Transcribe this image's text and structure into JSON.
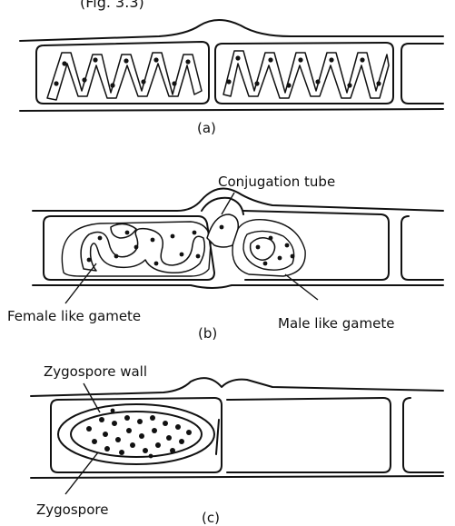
{
  "top_caption_fragment": "(Fig. 3.3)",
  "panels": [
    {
      "id": "a",
      "label": "(a)"
    },
    {
      "id": "b",
      "label": "(b)"
    },
    {
      "id": "c",
      "label": "(c)"
    }
  ],
  "labels": {
    "conjugation_tube": "Conjugation tube",
    "female_gamete": "Female like gamete",
    "male_gamete": "Male like gamete",
    "zygospore_wall": "Zygospore wall",
    "zygospore": "Zygospore"
  }
}
